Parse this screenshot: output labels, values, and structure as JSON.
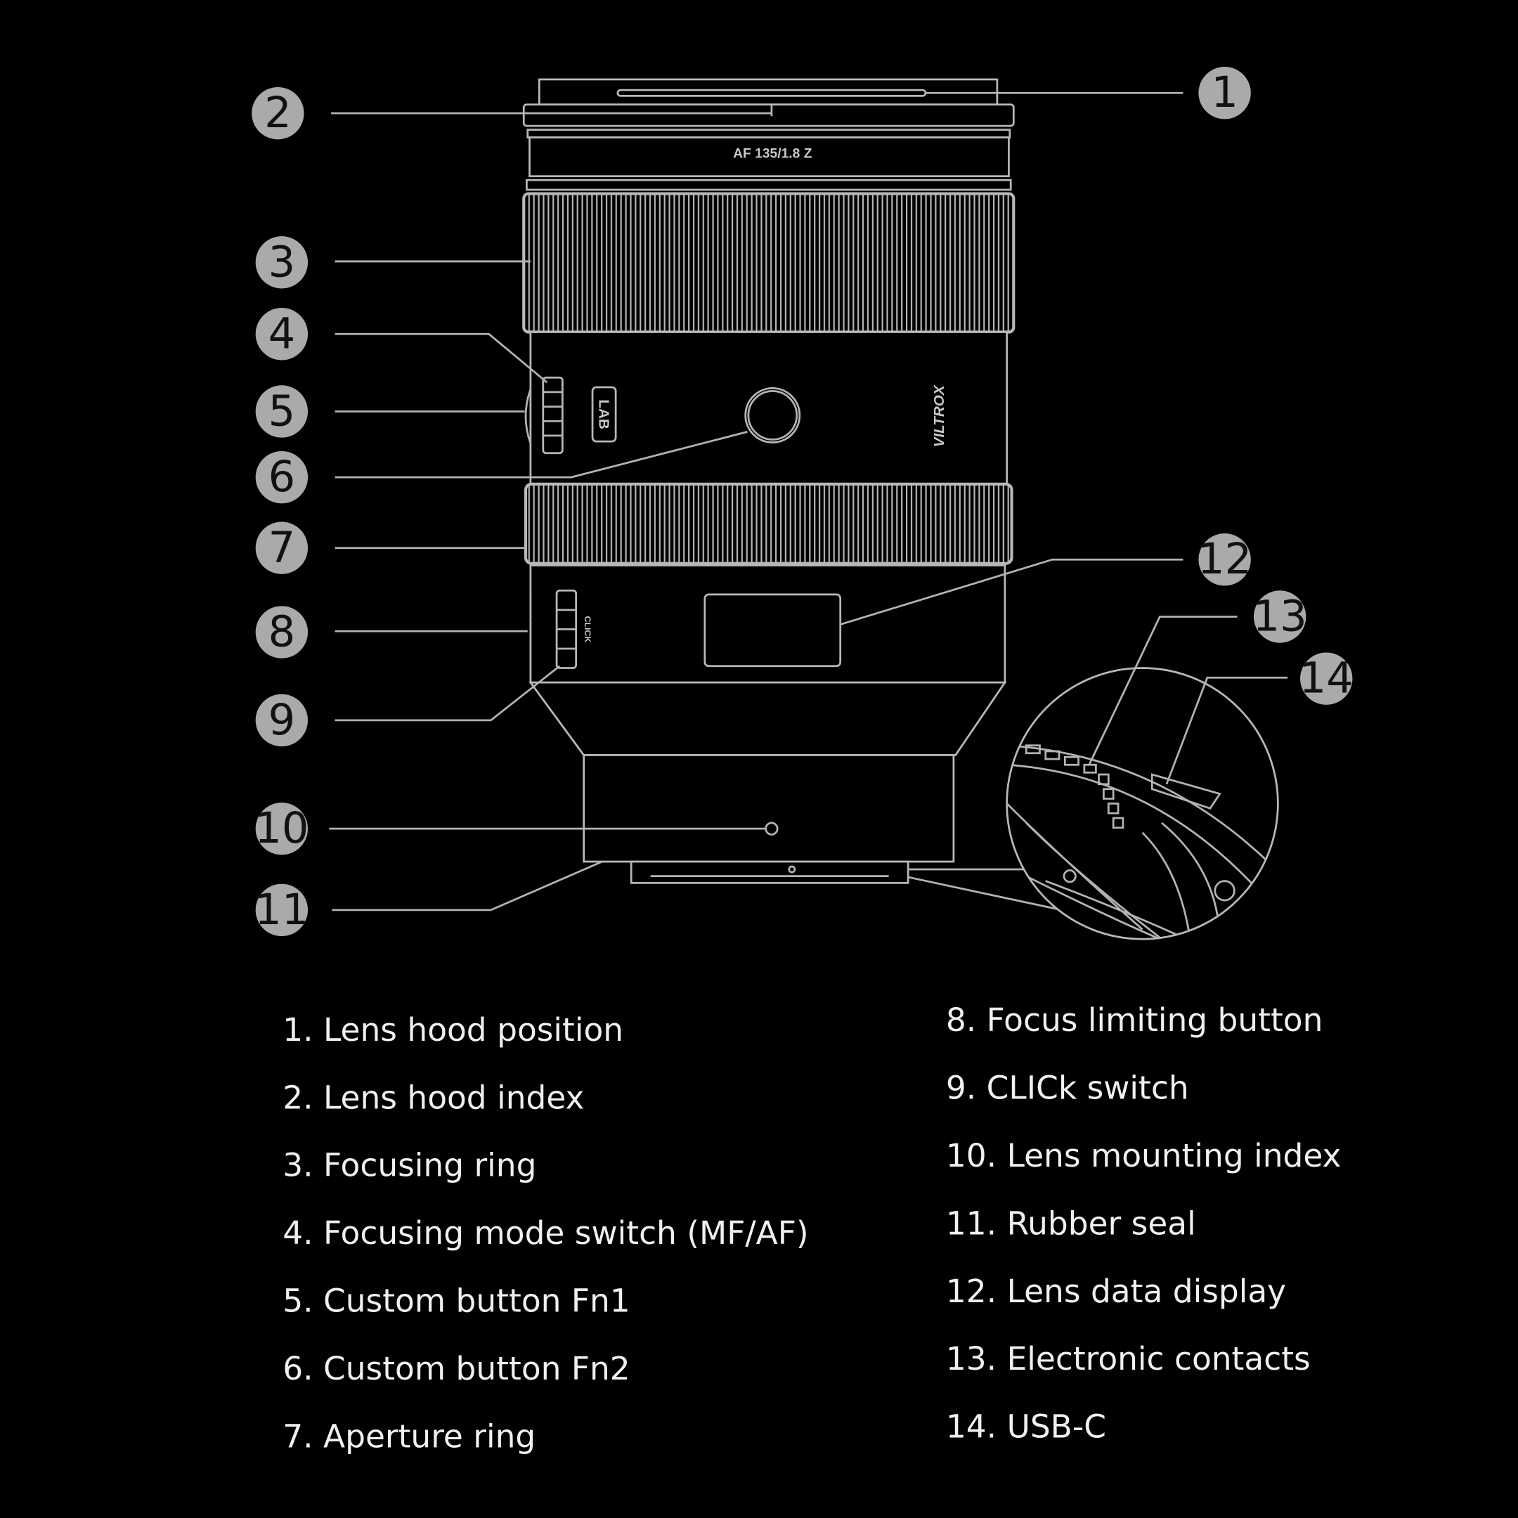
{
  "lens": {
    "model_label": "AF 135/1.8 Z",
    "brand": "VILTROX",
    "lab_badge": "LAB",
    "click_switch_label": "CLICK"
  },
  "callouts": [
    "1",
    "2",
    "3",
    "4",
    "5",
    "6",
    "7",
    "8",
    "9",
    "10",
    "11",
    "12",
    "13",
    "14"
  ],
  "legend": {
    "left": [
      "1. Lens hood position",
      "2. Lens hood index",
      "3. Focusing ring",
      "4. Focusing mode switch (MF/AF)",
      "5. Custom button Fn1",
      "6. Custom button Fn2",
      "7. Aperture ring"
    ],
    "right": [
      "8. Focus limiting button",
      "9. CLICk switch",
      "10. Lens mounting index",
      "11. Rubber seal",
      "12. Lens data display",
      "13. Electronic contacts",
      "14. USB-C"
    ]
  }
}
